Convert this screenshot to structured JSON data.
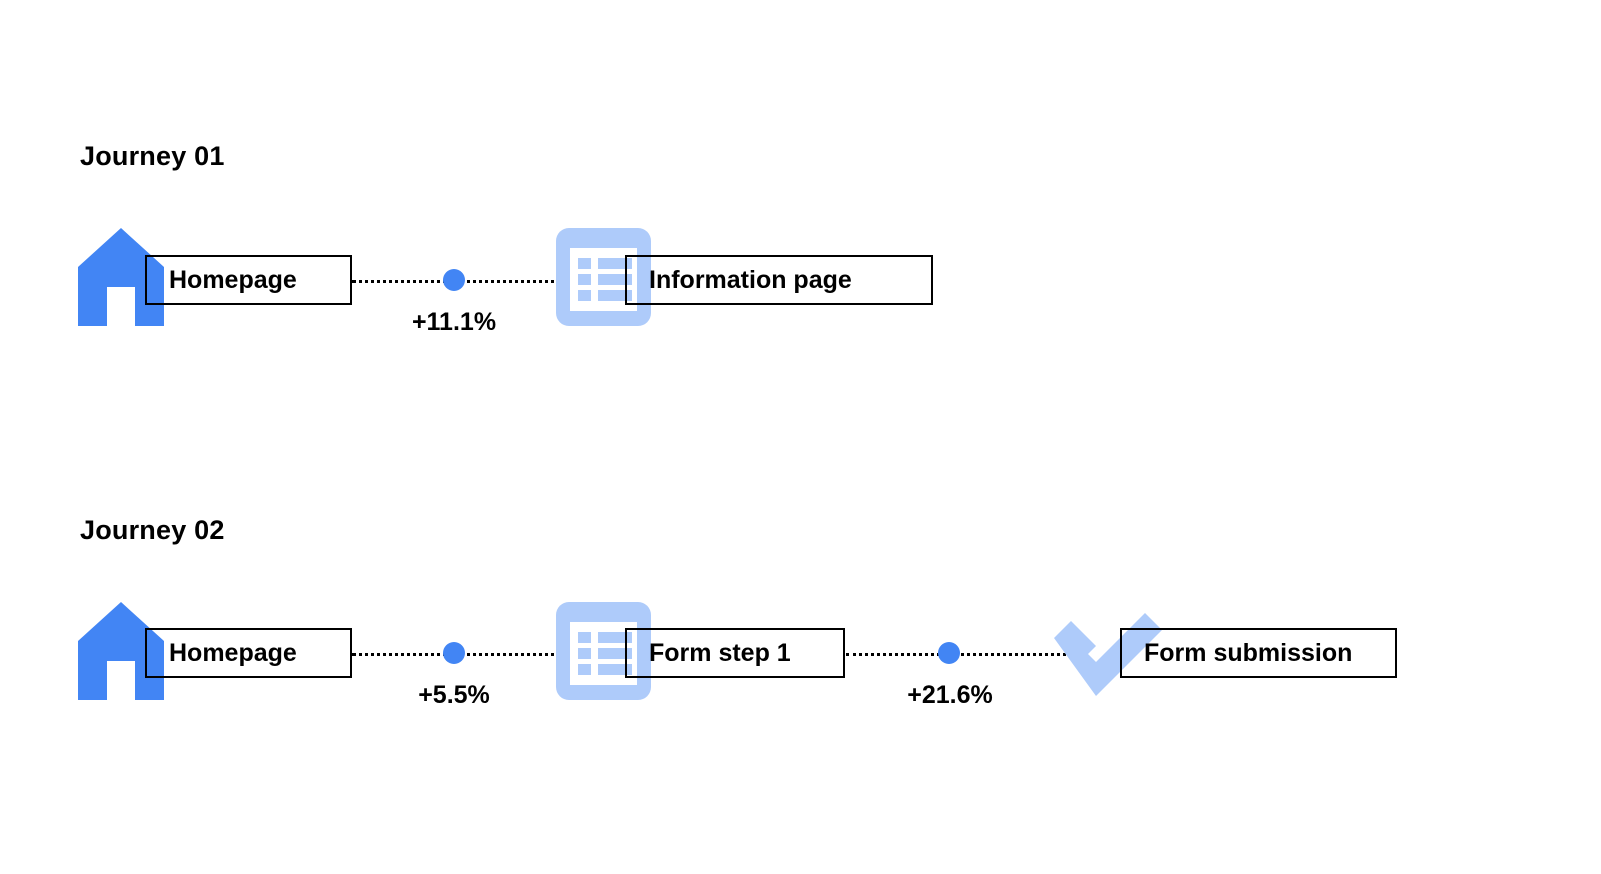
{
  "page": {
    "background": "#ffffff",
    "accent_blue": "#4285f4",
    "accent_light_blue": "#aecbfa",
    "text_color": "#000000"
  },
  "journeys": [
    {
      "title": "Journey 01",
      "nodes": [
        {
          "label": "Homepage",
          "icon": "home-icon"
        },
        {
          "label": "Information page",
          "icon": "document-list-icon"
        }
      ],
      "transitions": [
        {
          "value": "+11.1%"
        }
      ]
    },
    {
      "title": "Journey 02",
      "nodes": [
        {
          "label": "Homepage",
          "icon": "home-icon"
        },
        {
          "label": "Form step 1",
          "icon": "document-list-icon"
        },
        {
          "label": "Form submission",
          "icon": "checkmark-icon"
        }
      ],
      "transitions": [
        {
          "value": "+5.5%"
        },
        {
          "value": "+21.6%"
        }
      ]
    }
  ]
}
